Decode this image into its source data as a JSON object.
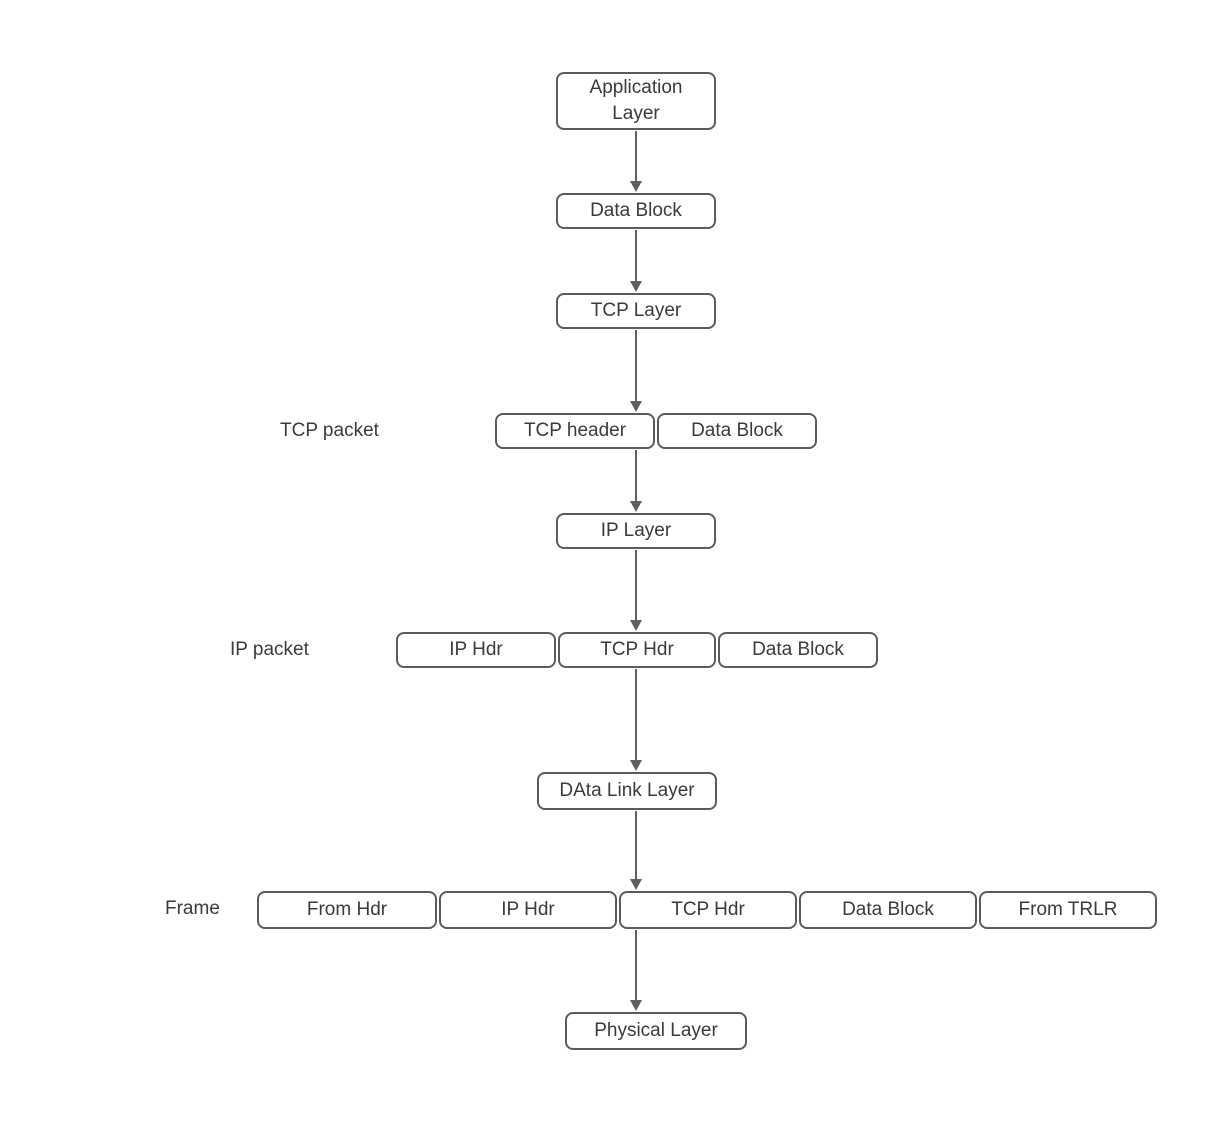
{
  "colors": {
    "background": "#ffffff",
    "node_border": "#5b5b5b",
    "node_fill": "#ffffff",
    "text": "#3b3b3b",
    "arrow": "#5f5f5f"
  },
  "nodes": {
    "application_layer": "Application Layer",
    "data_block_top": "Data Block",
    "tcp_layer": "TCP Layer",
    "tcp_packet_header": "TCP header",
    "tcp_packet_data_block": "Data Block",
    "ip_layer": "IP Layer",
    "ip_packet_ip_hdr": "IP Hdr",
    "ip_packet_tcp_hdr": "TCP Hdr",
    "ip_packet_data_block": "Data Block",
    "data_link_layer": "DAta Link Layer",
    "frame_from_hdr": "From Hdr",
    "frame_ip_hdr": "IP Hdr",
    "frame_tcp_hdr": "TCP Hdr",
    "frame_data_block": "Data Block",
    "frame_from_trlr": "From TRLR",
    "physical_layer": "Physical Layer"
  },
  "row_labels": {
    "tcp_packet": "TCP packet",
    "ip_packet": "IP packet",
    "frame": "Frame"
  }
}
